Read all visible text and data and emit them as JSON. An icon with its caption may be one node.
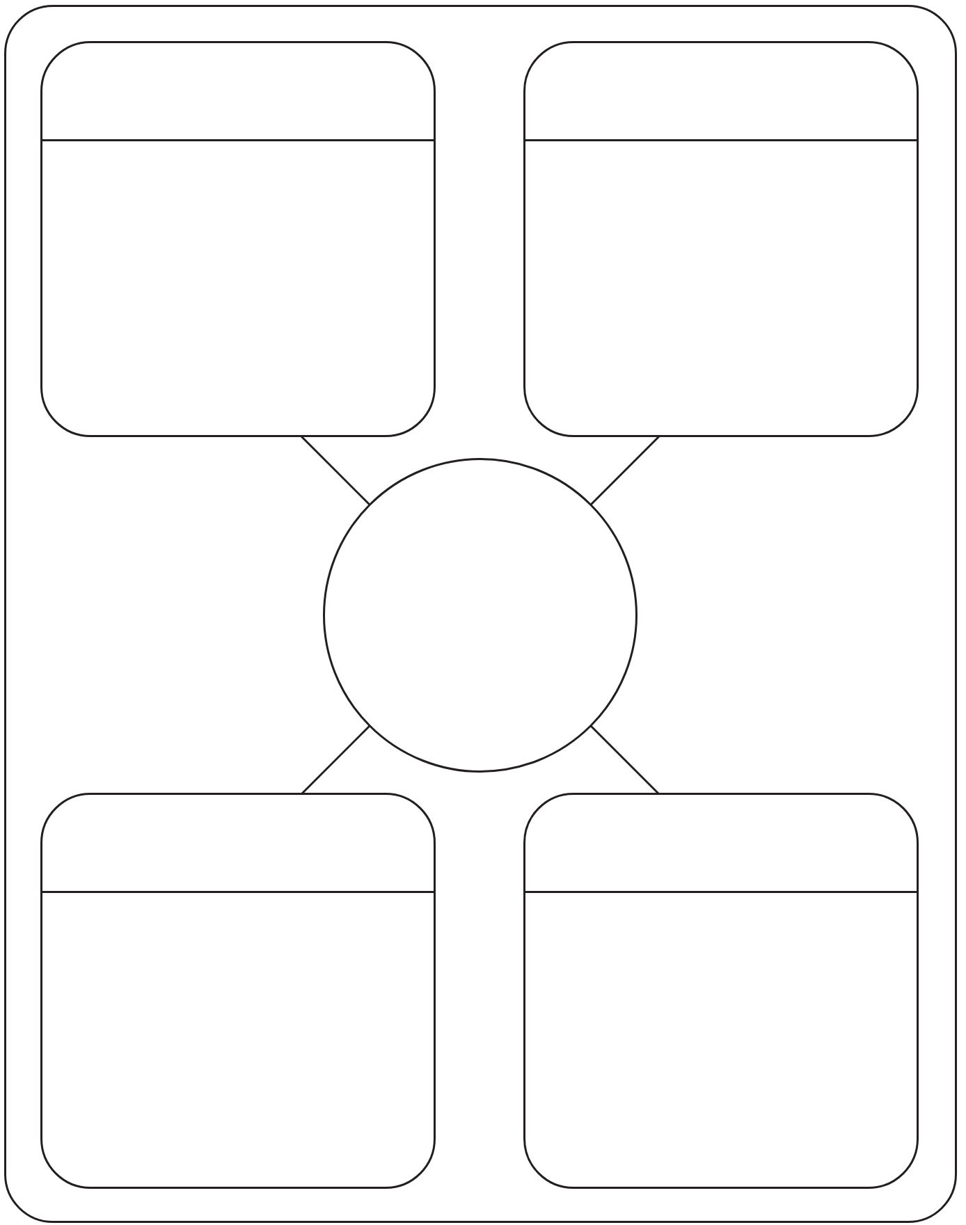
{
  "diagram": {
    "nodes": [
      {
        "text": [],
        "shape": "box"
      },
      {
        "text": [],
        "shape": "box",
        "in": 0
      },
      {
        "text": [],
        "shape": "box",
        "in": 0
      },
      {
        "text": [],
        "shape": "circle",
        "in": 0
      },
      {
        "text": [],
        "shape": "box",
        "in": 0
      },
      {
        "text": [],
        "shape": "box",
        "in": 0
      }
    ],
    "edges": [
      {
        "from": 3,
        "to": 1,
        "arrow": "none"
      },
      {
        "from": 3,
        "to": 2,
        "arrow": "none"
      },
      {
        "from": 3,
        "to": 4,
        "arrow": "none"
      },
      {
        "from": 3,
        "to": 5,
        "arrow": "none"
      }
    ]
  }
}
